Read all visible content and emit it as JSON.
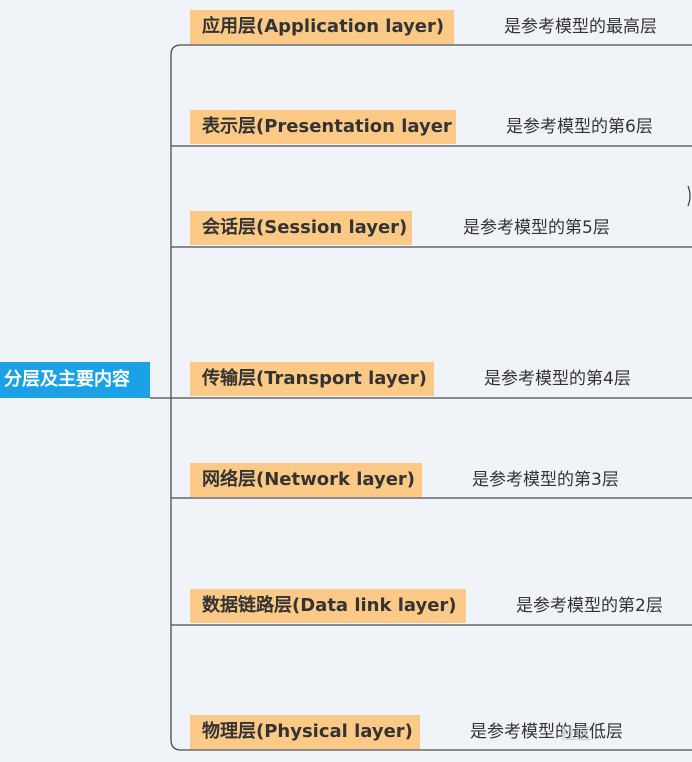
{
  "root": {
    "label": "分层及主要内容"
  },
  "layers": [
    {
      "name": "应用层(Application layer)",
      "description": "是参考模型的最高层"
    },
    {
      "name": "表示层(Presentation layer",
      "description": "是参考模型的第6层"
    },
    {
      "name": "会话层(Session layer)",
      "description": "是参考模型的第5层"
    },
    {
      "name": "传输层(Transport layer)",
      "description": "是参考模型的第4层"
    },
    {
      "name": "网络层(Network layer)",
      "description": "是参考模型的第3层"
    },
    {
      "name": "数据链路层(Data link layer)",
      "description": "是参考模型的第2层"
    },
    {
      "name": "物理层(Physical layer)",
      "description": "是参考模型的最低层"
    }
  ],
  "watermark": "社区",
  "colors": {
    "root": "#1aa1e6",
    "layer": "#fcca86",
    "line": "#4a4a4a",
    "background": "#f0f4f9"
  }
}
